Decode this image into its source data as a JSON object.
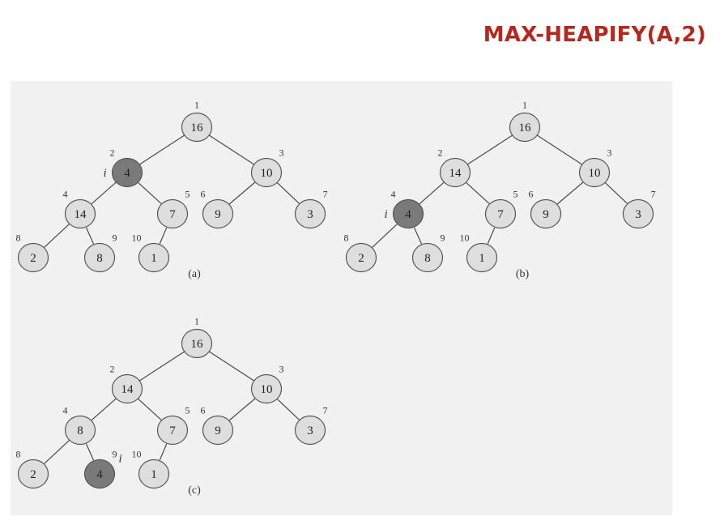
{
  "title": "MAX-HEAPIFY(A,2)",
  "colors": {
    "title": "#b5281f",
    "node_fill": "#dedede",
    "highlight_fill": "#7a7a7a",
    "panel": "#f1f1f1"
  },
  "pointer_label": "i",
  "trees": [
    {
      "caption": "(a)",
      "nodes": [
        {
          "index": "1",
          "key": "16"
        },
        {
          "index": "2",
          "key": "4",
          "highlight": true
        },
        {
          "index": "3",
          "key": "10"
        },
        {
          "index": "4",
          "key": "14"
        },
        {
          "index": "5",
          "key": "7"
        },
        {
          "index": "6",
          "key": "9"
        },
        {
          "index": "7",
          "key": "3"
        },
        {
          "index": "8",
          "key": "2"
        },
        {
          "index": "9",
          "key": "8"
        },
        {
          "index": "10",
          "key": "1"
        }
      ]
    },
    {
      "caption": "(b)",
      "nodes": [
        {
          "index": "1",
          "key": "16"
        },
        {
          "index": "2",
          "key": "14"
        },
        {
          "index": "3",
          "key": "10"
        },
        {
          "index": "4",
          "key": "4",
          "highlight": true
        },
        {
          "index": "5",
          "key": "7"
        },
        {
          "index": "6",
          "key": "9"
        },
        {
          "index": "7",
          "key": "3"
        },
        {
          "index": "8",
          "key": "2"
        },
        {
          "index": "9",
          "key": "8"
        },
        {
          "index": "10",
          "key": "1"
        }
      ]
    },
    {
      "caption": "(c)",
      "nodes": [
        {
          "index": "1",
          "key": "16"
        },
        {
          "index": "2",
          "key": "14"
        },
        {
          "index": "3",
          "key": "10"
        },
        {
          "index": "4",
          "key": "8"
        },
        {
          "index": "5",
          "key": "7"
        },
        {
          "index": "6",
          "key": "9"
        },
        {
          "index": "7",
          "key": "3"
        },
        {
          "index": "8",
          "key": "2"
        },
        {
          "index": "9",
          "key": "4",
          "highlight": true
        },
        {
          "index": "10",
          "key": "1"
        }
      ]
    }
  ]
}
